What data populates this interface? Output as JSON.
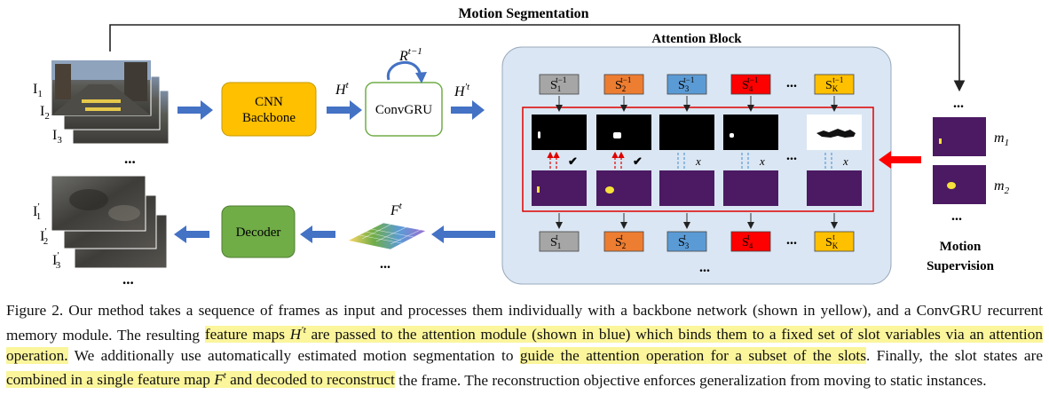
{
  "figure": {
    "motion_segmentation_label": "Motion Segmentation",
    "attention_block_title": "Attention Block",
    "input_frames": [
      {
        "base": "I",
        "sub": "1"
      },
      {
        "base": "I",
        "sub": "2"
      },
      {
        "base": "I",
        "sub": "3"
      }
    ],
    "output_frames": [
      {
        "base": "I",
        "sup": "′",
        "sub": "1"
      },
      {
        "base": "I",
        "sup": "′",
        "sub": "2"
      },
      {
        "base": "I",
        "sup": "′",
        "sub": "3"
      }
    ],
    "ellipsis": "...",
    "cnn_backbone": [
      "CNN",
      "Backbone"
    ],
    "convgru": "ConvGRU",
    "decoder": "Decoder",
    "h_t": {
      "base": "H",
      "sup": "t"
    },
    "h_prime_t": {
      "base": "H",
      "sup": "′t"
    },
    "r_t_minus_1": {
      "base": "R",
      "sup": "t−1"
    },
    "f_t": {
      "base": "F",
      "sup": "t"
    },
    "slots_prev": [
      {
        "base": "S",
        "sup": "t−1",
        "sub": "1",
        "color": "#a6a6a6"
      },
      {
        "base": "S",
        "sup": "t−1",
        "sub": "2",
        "color": "#ed7d31"
      },
      {
        "base": "S",
        "sup": "t−1",
        "sub": "3",
        "color": "#5b9bd5"
      },
      {
        "base": "S",
        "sup": "t−1",
        "sub": "4",
        "color": "#ff0000"
      },
      {
        "base": "S",
        "sup": "t−1",
        "sub": "K",
        "color": "#ffc000"
      }
    ],
    "slots_curr": [
      {
        "base": "S",
        "sup": "t",
        "sub": "1",
        "color": "#a6a6a6"
      },
      {
        "base": "S",
        "sup": "t",
        "sub": "2",
        "color": "#ed7d31"
      },
      {
        "base": "S",
        "sup": "t",
        "sub": "3",
        "color": "#5b9bd5"
      },
      {
        "base": "S",
        "sup": "t",
        "sub": "4",
        "color": "#ff0000"
      },
      {
        "base": "S",
        "sup": "t",
        "sub": "K",
        "color": "#ffc000"
      }
    ],
    "match_marks": [
      "✔",
      "✔",
      "x",
      "x",
      "x"
    ],
    "supervision_masks": [
      {
        "base": "m",
        "sub": "1"
      },
      {
        "base": "m",
        "sub": "2"
      }
    ],
    "motion_supervision": [
      "Motion",
      "Supervision"
    ],
    "colors": {
      "backbone_fill": "#ffc000",
      "decoder_fill": "#70ad47",
      "convgru_border": "#70ad47",
      "attention_fill": "#dae6f3",
      "arrow_blue": "#4472c4",
      "mask_purple": "#4b1a63",
      "highlight": "#fbf59b",
      "supervision_arrow": "#ff0000"
    }
  },
  "caption": {
    "p1": "Figure 2. Our method takes a sequence of frames as input and processes them individually with a backbone network (shown in yellow), and a ConvGRU recurrent memory module. The resulting ",
    "h1a": "feature maps ",
    "h1_math_base": "H",
    "h1_math_sup": "′t",
    "h1b": " are passed to the attention module (shown in blue) which binds them to a fixed set of slot variables via an attention operation.",
    "p2": " We additionally use automatically estimated motion segmentation to ",
    "h2": "guide the attention operation for a subset of the slots",
    "p3": ". Finally, the slot states are ",
    "h3a": "combined in a single feature map ",
    "h3_math": "F",
    "h3_math_sup": "t",
    "h3b": " and decoded to reconstruct",
    "p4": " the frame. The reconstruction objective enforces generalization from moving to static instances."
  }
}
